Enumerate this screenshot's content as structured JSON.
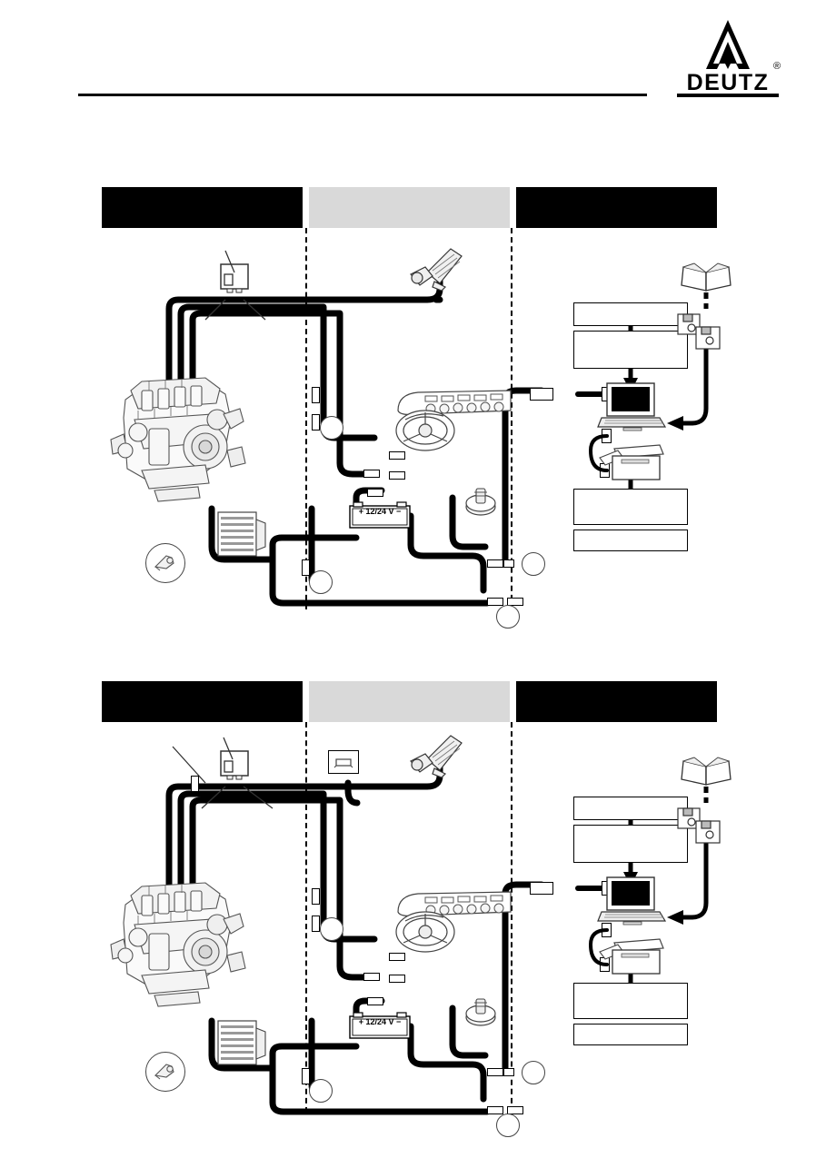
{
  "page": {
    "brand_logo": "deutz-logo",
    "brand_name": "DEUTZ",
    "registered_mark": "®",
    "header_rule": "horizontal-rule"
  },
  "diagrams": [
    {
      "id": "diagram-top",
      "header_bands": [
        {
          "name": "band-engine-side",
          "fill": "#000000",
          "label": ""
        },
        {
          "name": "band-vehicle-side",
          "fill": "#d9d9d9",
          "label": ""
        },
        {
          "name": "band-service-side",
          "fill": "#000000",
          "label": ""
        }
      ],
      "zones": [
        {
          "name": "zone-engine",
          "label": ""
        },
        {
          "name": "zone-vehicle",
          "label": ""
        },
        {
          "name": "zone-service-tool",
          "label": ""
        }
      ],
      "components": {
        "engine": "diesel-engine-illustration",
        "ecu": "engine-control-unit",
        "ecu_leader_lines": 3,
        "cooler": "heat-exchanger",
        "sensor_circle": "sensor-callout",
        "accel_pedal": "accelerator-pedal-sensor",
        "steering_dashboard": "steering-wheel-instrument-panel",
        "battery": {
          "name": "battery",
          "label": "+ 12/24 V −"
        },
        "starter_switch": "ignition-key-switch",
        "extra_module": null
      },
      "service_panel": {
        "boxes": [
          {
            "name": "service-box-1",
            "label": ""
          },
          {
            "name": "service-box-2",
            "label": ""
          },
          {
            "name": "service-box-3",
            "label": ""
          },
          {
            "name": "service-box-4",
            "label": ""
          }
        ],
        "icons": [
          "manual-book-icon",
          "floppy-disk-icon",
          "laptop-icon",
          "printer-icon",
          "adapter-connector-icon"
        ]
      },
      "callouts": [
        {
          "name": "callout-bubble",
          "label": ""
        },
        {
          "name": "callout-bubble",
          "label": ""
        },
        {
          "name": "callout-bubble",
          "label": ""
        },
        {
          "name": "callout-bubble",
          "label": ""
        }
      ]
    },
    {
      "id": "diagram-bottom",
      "header_bands": [
        {
          "name": "band-engine-side",
          "fill": "#000000",
          "label": ""
        },
        {
          "name": "band-vehicle-side",
          "fill": "#d9d9d9",
          "label": ""
        },
        {
          "name": "band-service-side",
          "fill": "#000000",
          "label": ""
        }
      ],
      "zones": [
        {
          "name": "zone-engine",
          "label": ""
        },
        {
          "name": "zone-vehicle",
          "label": ""
        },
        {
          "name": "zone-service-tool",
          "label": ""
        }
      ],
      "components": {
        "engine": "diesel-engine-illustration",
        "ecu": "engine-control-unit",
        "ecu_leader_lines": 4,
        "cooler": "heat-exchanger",
        "sensor_circle": "sensor-callout",
        "accel_pedal": "accelerator-pedal-sensor",
        "steering_dashboard": "steering-wheel-instrument-panel",
        "battery": {
          "name": "battery",
          "label": "+ 12/24 V −"
        },
        "starter_switch": "ignition-key-switch",
        "extra_module": "relay-module"
      },
      "service_panel": {
        "boxes": [
          {
            "name": "service-box-1",
            "label": ""
          },
          {
            "name": "service-box-2",
            "label": ""
          },
          {
            "name": "service-box-3",
            "label": ""
          },
          {
            "name": "service-box-4",
            "label": ""
          }
        ],
        "icons": [
          "manual-book-icon",
          "floppy-disk-icon",
          "laptop-icon",
          "printer-icon",
          "adapter-connector-icon"
        ]
      },
      "callouts": [
        {
          "name": "callout-bubble",
          "label": ""
        },
        {
          "name": "callout-bubble",
          "label": ""
        },
        {
          "name": "callout-bubble",
          "label": ""
        },
        {
          "name": "callout-bubble",
          "label": ""
        }
      ]
    }
  ],
  "colors": {
    "ink": "#000000",
    "band_light": "#d9d9d9",
    "paper": "#ffffff",
    "line_gray": "#555555"
  }
}
